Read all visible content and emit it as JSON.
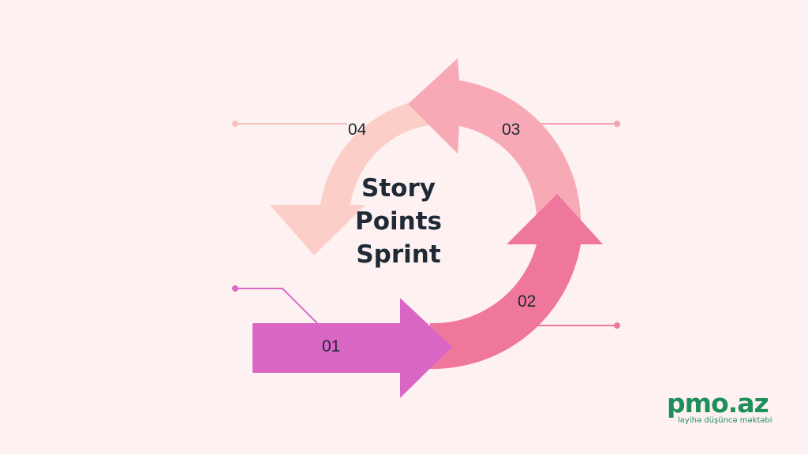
{
  "diagram": {
    "title_lines": [
      "Story",
      "Points",
      "Sprint"
    ],
    "steps": [
      {
        "label": "01",
        "color": "#d966c5"
      },
      {
        "label": "02",
        "color": "#f0779c"
      },
      {
        "label": "03",
        "color": "#f7aab6"
      },
      {
        "label": "04",
        "color": "#fbcfc8"
      }
    ],
    "background": "#fdf2f1"
  },
  "logo": {
    "name": "pmo.az",
    "tagline": "layihə düşüncə məktəbi",
    "color": "#1e8f5a"
  }
}
